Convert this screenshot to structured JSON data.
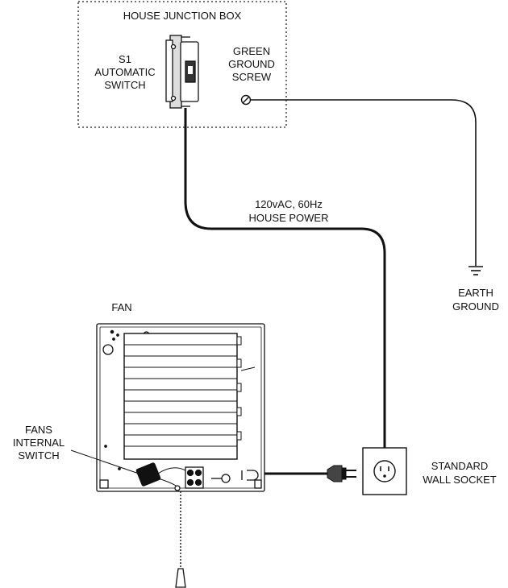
{
  "labels": {
    "junction_box": "HOUSE JUNCTION BOX",
    "s1_line1": "S1",
    "s1_line2": "AUTOMATIC",
    "s1_line3": "SWITCH",
    "green_line1": "GREEN",
    "green_line2": "GROUND",
    "green_line3": "SCREW",
    "power_line1": "120vAC, 60Hz",
    "power_line2": "HOUSE POWER",
    "earth_line1": "EARTH",
    "earth_line2": "GROUND",
    "fan": "FAN",
    "fans_line1": "FANS",
    "fans_line2": "INTERNAL",
    "fans_line3": "SWITCH",
    "socket_line1": "STANDARD",
    "socket_line2": "WALL SOCKET"
  },
  "icons": [
    "automatic-switch-icon",
    "ground-screw-icon",
    "earth-ground-symbol-icon",
    "fan-unit-icon",
    "plug-icon",
    "wall-socket-icon",
    "pull-chain-icon"
  ]
}
